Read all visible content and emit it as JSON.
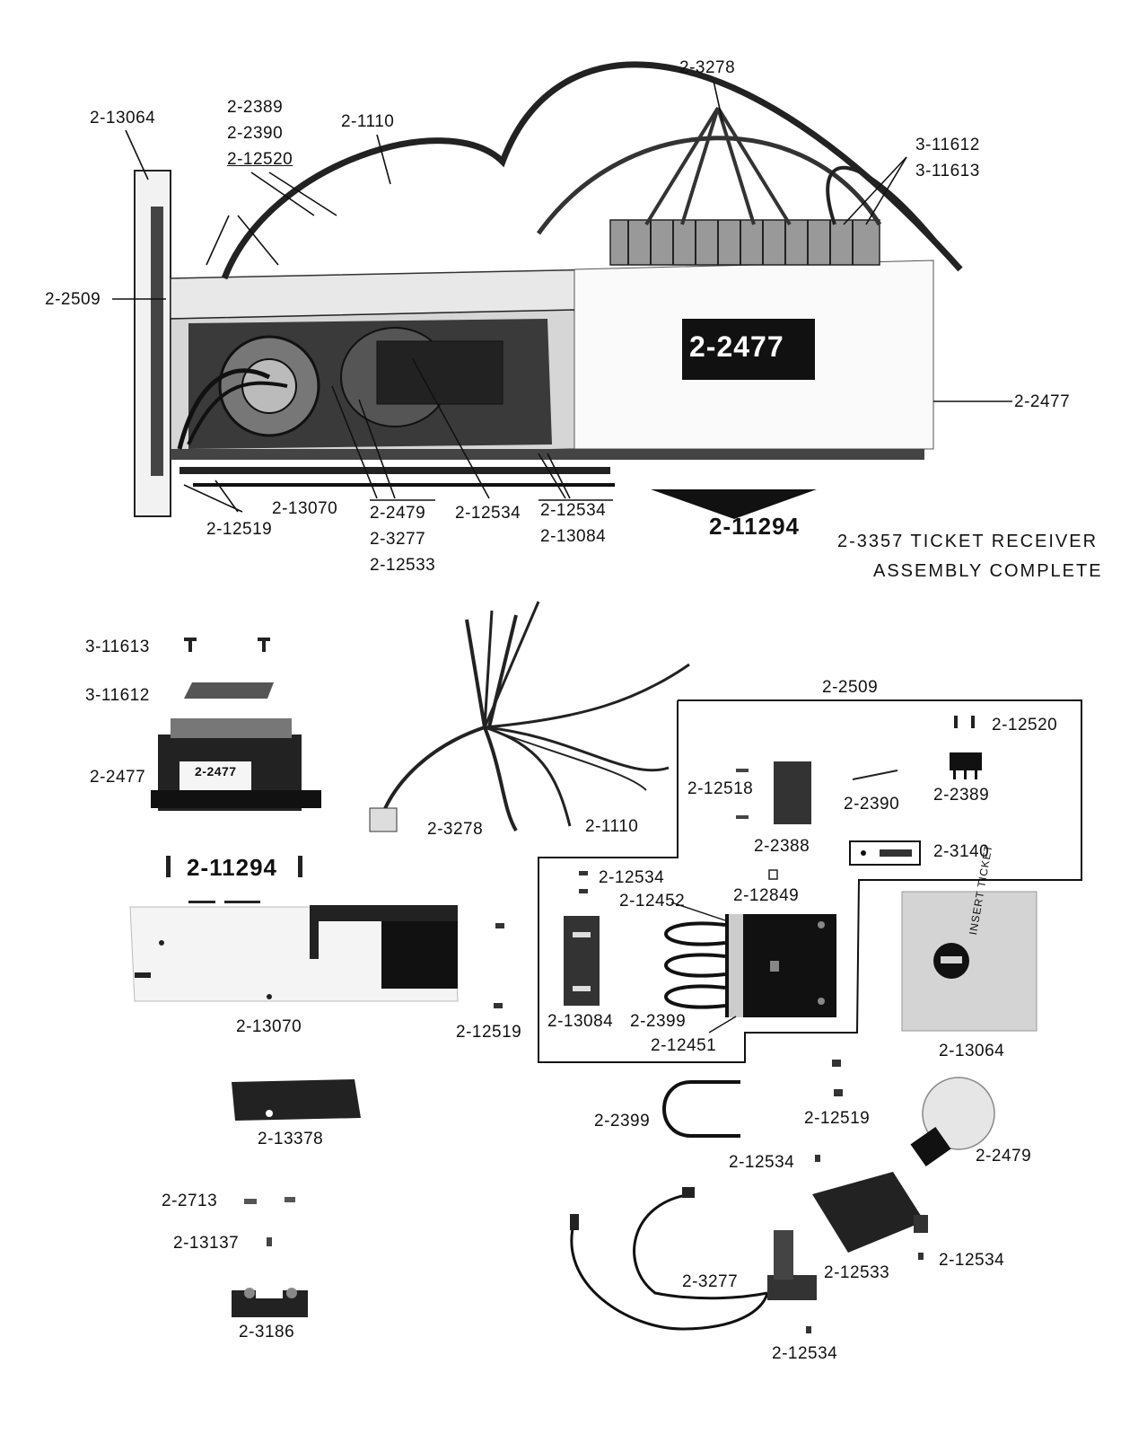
{
  "title": {
    "line1": "2-3357 TICKET RECEIVER",
    "line2": "ASSEMBLY COMPLETE"
  },
  "plate_label": "2-2477",
  "plate_small": "2-2477",
  "card_text": "INSERT TICKET",
  "top_labels": {
    "l13064": "2-13064",
    "l2389": "2-2389",
    "l2390": "2-2390",
    "l12520": "2-12520",
    "l1110": "2-1110",
    "l3278": "2-3278",
    "l11612": "3-11612",
    "l11613": "3-11613",
    "l2509": "2-2509",
    "l2477": "2-2477",
    "l12519": "2-12519",
    "l13070": "2-13070",
    "l2479": "2-2479",
    "l3277": "2-3277",
    "l12533": "2-12533",
    "l12534a": "2-12534",
    "l12534b": "2-12534",
    "l13084": "2-13084",
    "l11294": "2-11294"
  },
  "parts_labels": {
    "p11613": "3-11613",
    "p11612": "3-11612",
    "p2477": "2-2477",
    "p3278": "2-3278",
    "p1110": "2-1110",
    "p2509": "2-2509",
    "p12520": "2-12520",
    "p12518": "2-12518",
    "p2390": "2-2390",
    "p2389": "2-2389",
    "p2388": "2-2388",
    "p3140": "2-3140",
    "p11294": "2-11294",
    "p12534a": "2-12534",
    "p12452": "2-12452",
    "p12849": "2-12849",
    "p13070": "2-13070",
    "p12519a": "2-12519",
    "p13084": "2-13084",
    "p2399a": "2-2399",
    "p12451": "2-12451",
    "p13064": "2-13064",
    "p13378": "2-13378",
    "p2399b": "2-2399",
    "p12519b": "2-12519",
    "p12534b": "2-12534",
    "p2479": "2-2479",
    "p2713": "2-2713",
    "p13137": "2-13137",
    "p12534c": "2-12534",
    "p12533": "2-12533",
    "p3277": "2-3277",
    "p3186": "2-3186",
    "p12534d": "2-12534"
  }
}
